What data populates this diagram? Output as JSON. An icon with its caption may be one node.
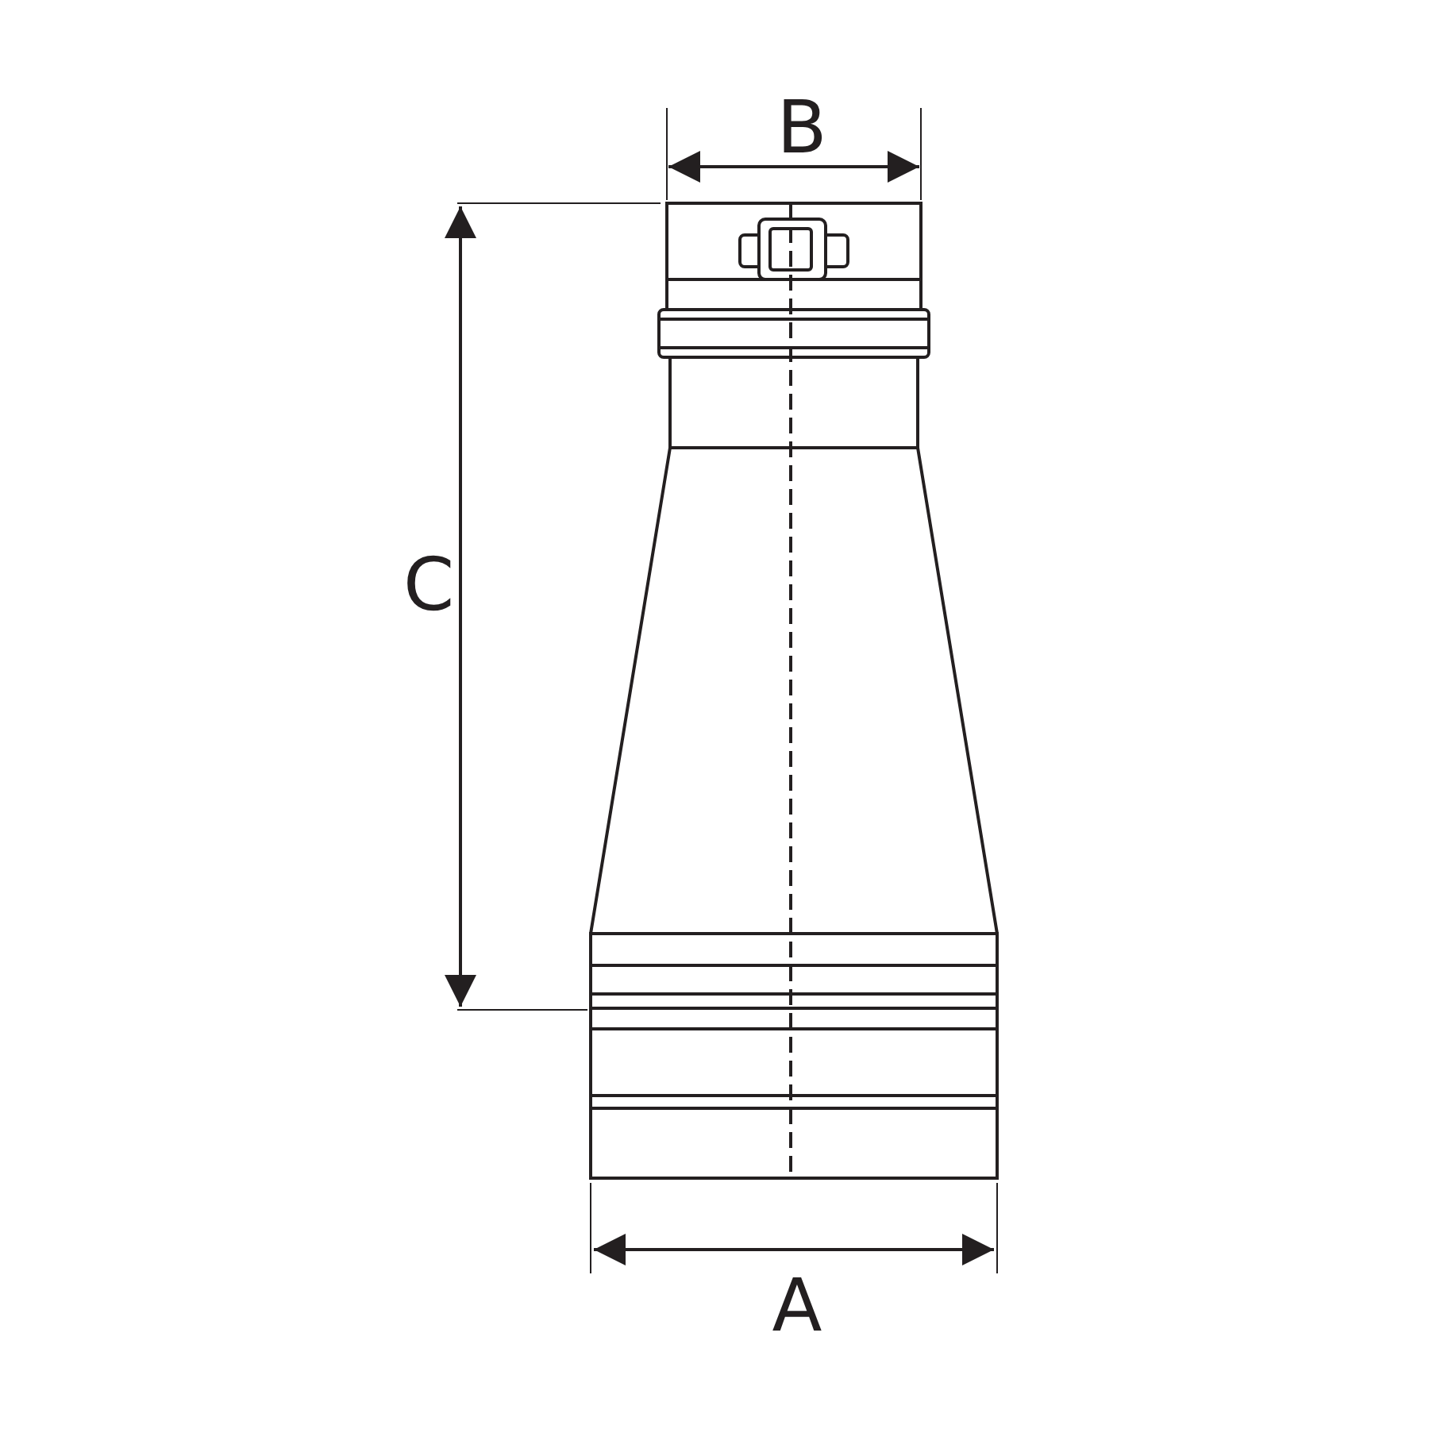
{
  "diagram": {
    "labels": [
      "B",
      "C",
      "A"
    ]
  }
}
